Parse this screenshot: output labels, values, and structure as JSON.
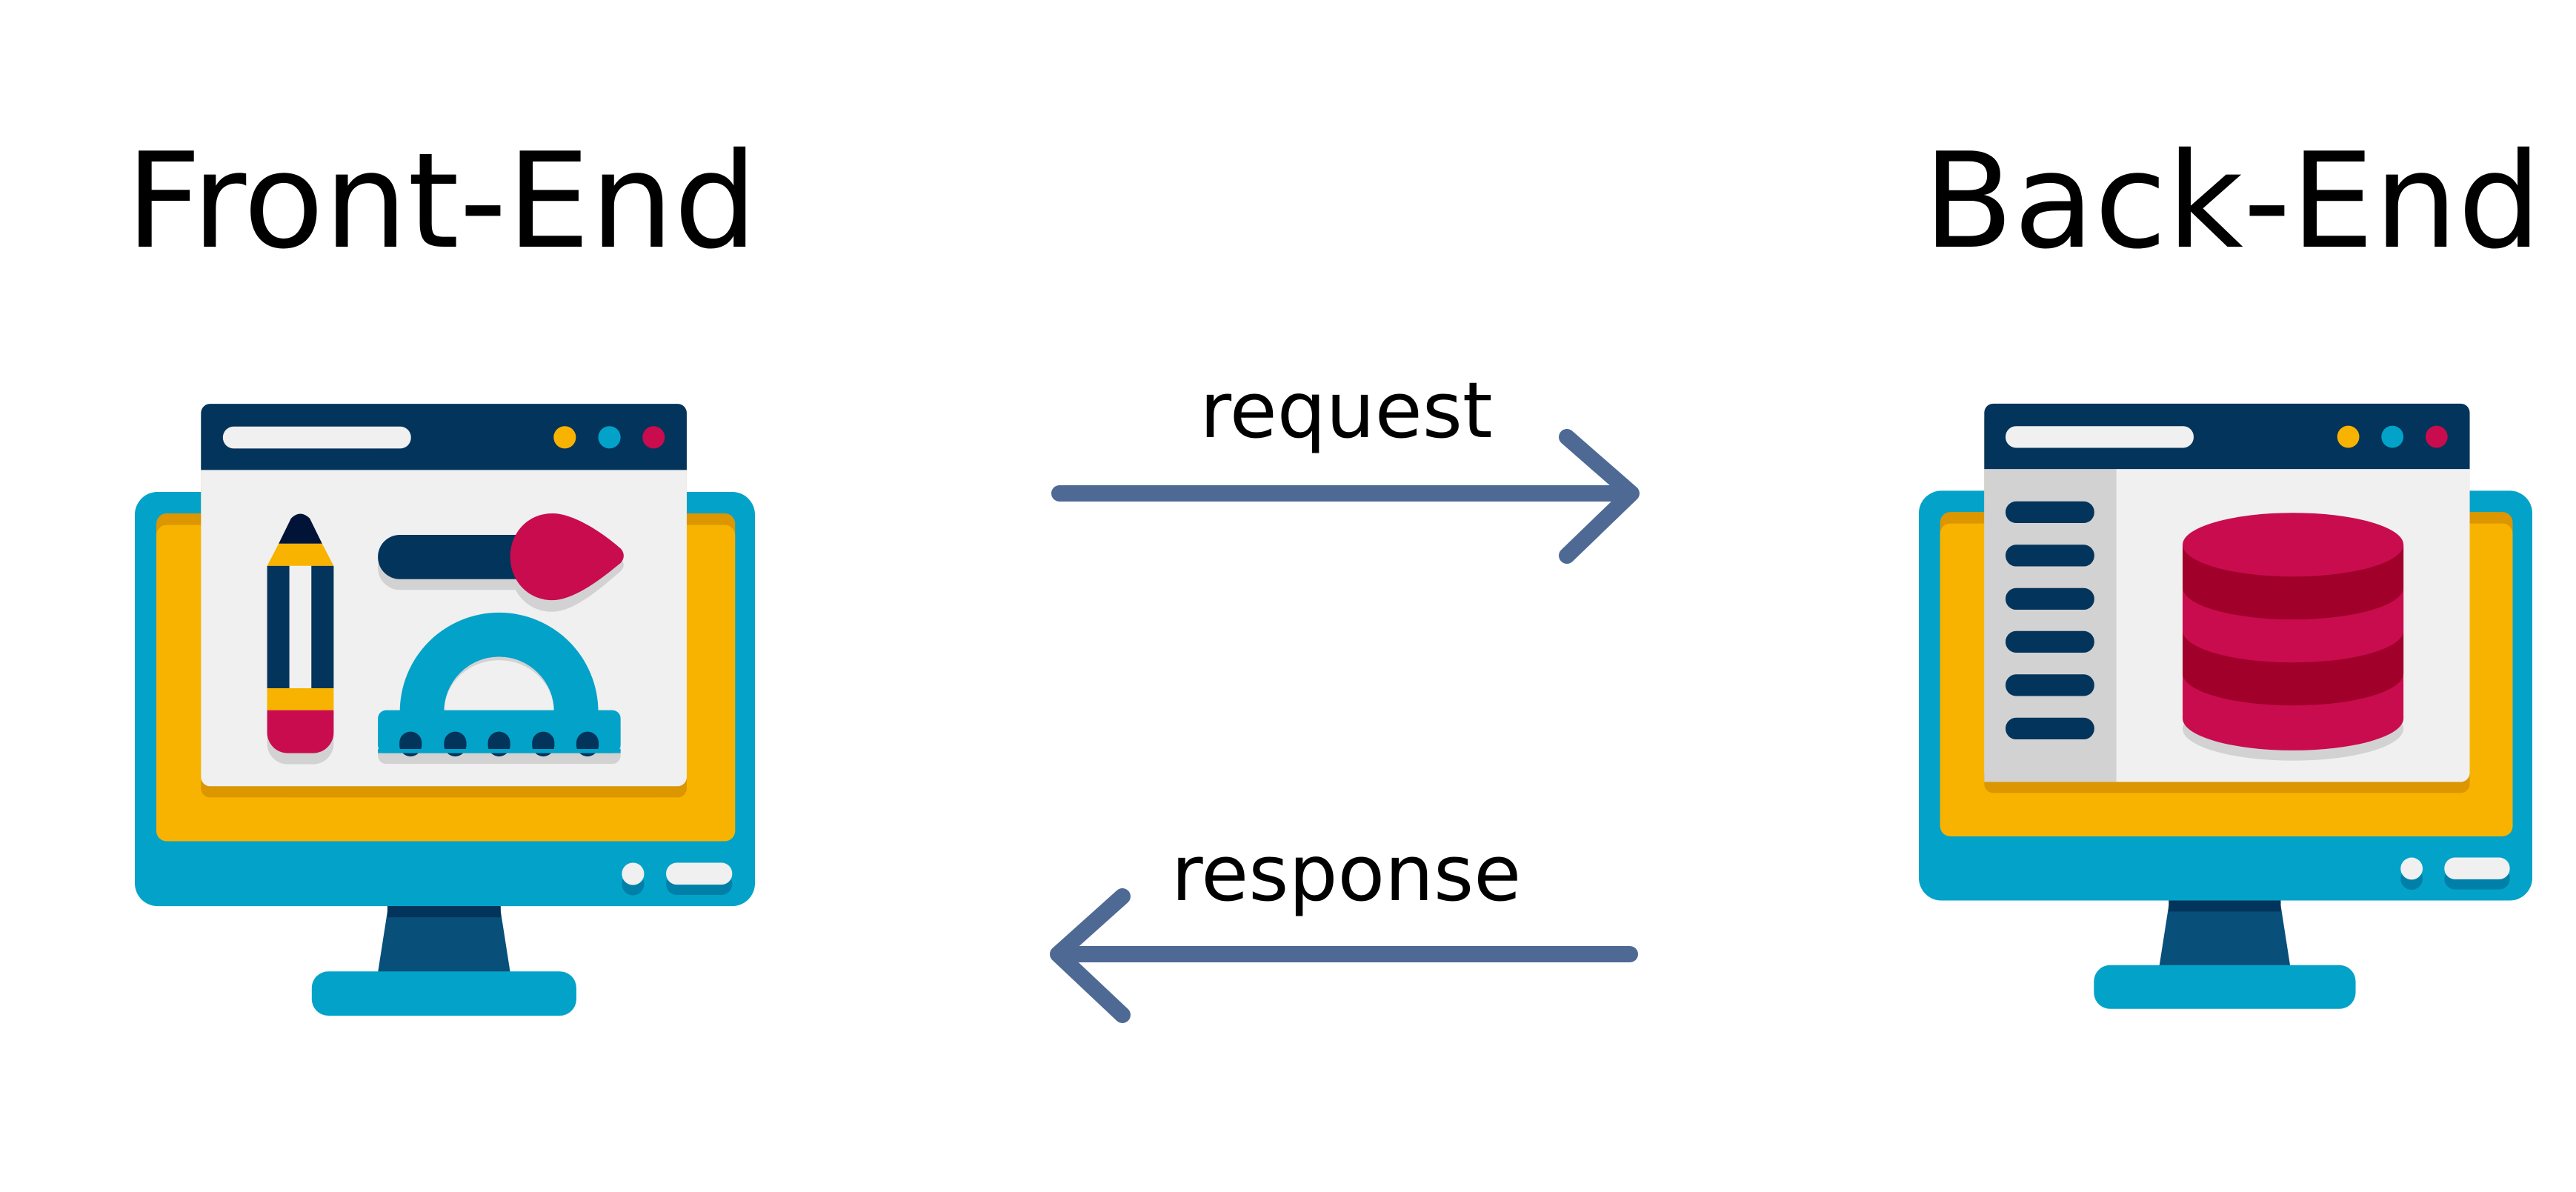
{
  "titles": {
    "front_end": "Front-End",
    "back_end": "Back-End"
  },
  "arrows": {
    "request": "request",
    "response": "response"
  },
  "icons": {
    "front_end": "monitor-with-design-tools-icon",
    "back_end": "monitor-with-database-icon"
  },
  "colors": {
    "arrow": "#4e6a94",
    "monitor_body": "#03a2c9",
    "screen": "#f8b300",
    "navy": "#03345b",
    "crimson": "#c80c4e",
    "crimson_dark": "#a0002a",
    "window": "#f0f0f0"
  }
}
